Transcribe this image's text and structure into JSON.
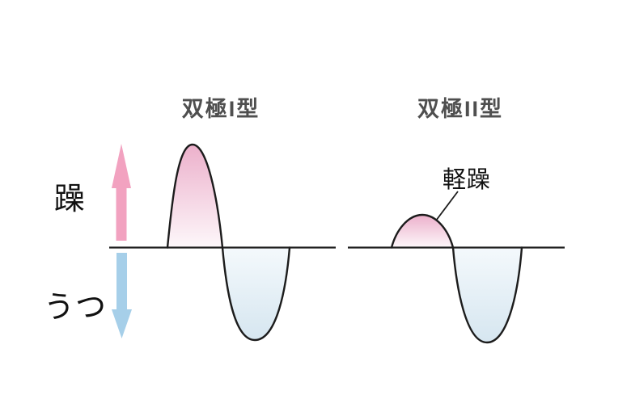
{
  "titles": {
    "left": "双極I型",
    "right": "双極II型"
  },
  "labels": {
    "mania": "躁",
    "depression": "うつ",
    "hypomania": "軽躁"
  },
  "colors": {
    "mania_arrow": "#f2a2c0",
    "depression_arrow": "#a6cfe9",
    "mania_fill_top": "#ecb0cb",
    "mania_fill_bottom": "#fdf7fa",
    "depression_fill_top": "#f4f9fc",
    "depression_fill_bottom": "#d6e6f0",
    "line": "#1c1c1c",
    "title_text": "#4f4f4f"
  }
}
